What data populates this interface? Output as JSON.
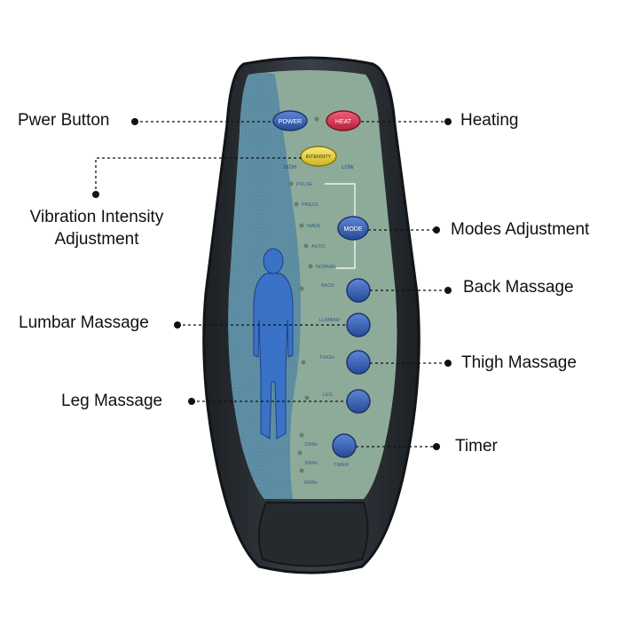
{
  "callouts": {
    "power": "Pwer Button",
    "heating": "Heating",
    "intensity_line1": "Vibration Intensity",
    "intensity_line2": "Adjustment",
    "modes": "Modes Adjustment",
    "back": "Back Massage",
    "lumbar": "Lumbar Massage",
    "thigh": "Thigh Massage",
    "leg": "Leg Massage",
    "timer": "Timer"
  },
  "remote": {
    "power_button": "POWER",
    "heat_button": "HEAT",
    "intensity_button": "INTENSITY",
    "high": "HIGH",
    "low": "LOW",
    "mode_button": "MODE",
    "modes": [
      "PULSE",
      "PRESS",
      "WAVE",
      "AUTO",
      "NORMAL"
    ],
    "back": "BACK",
    "lumbar": "LUMBAR",
    "thigh": "THIGH",
    "leg": "LEG",
    "timer": "TIMER",
    "timer_options": [
      "15Min",
      "30Min",
      "60Min"
    ]
  },
  "colors": {
    "body": "#2a2f35",
    "panel": "#8eab99",
    "panel_blue": "#4f7f9a",
    "button_blue": "#3a63b5",
    "heat_red": "#d8354c",
    "intensity_yellow": "#e8d23a"
  }
}
